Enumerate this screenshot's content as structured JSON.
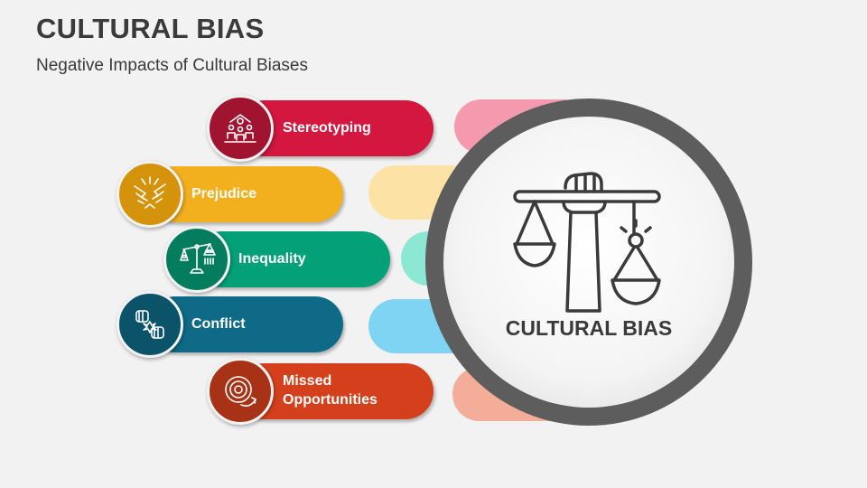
{
  "header": {
    "title": "CULTURAL BIAS",
    "subtitle": "Negative Impacts of Cultural Biases"
  },
  "impacts": [
    {
      "label": "Stereotyping",
      "color": "#d3173e",
      "badge_color": "#a0142f",
      "ghost_color": "#f59aae",
      "icon": "classroom-icon"
    },
    {
      "label": "Prejudice",
      "color": "#f2b01e",
      "badge_color": "#d4930a",
      "ghost_color": "#fde2a6",
      "icon": "pointing-hands-icon"
    },
    {
      "label": "Inequality",
      "color": "#04a078",
      "badge_color": "#037d5e",
      "ghost_color": "#8ce8d2",
      "icon": "unbalanced-scale-icon"
    },
    {
      "label": "Conflict",
      "color": "#0e6a86",
      "badge_color": "#0b5369",
      "ghost_color": "#7fd4f3",
      "icon": "fist-clash-icon"
    },
    {
      "label": "Missed\nOpportunities",
      "color": "#d4401c",
      "badge_color": "#a83215",
      "ghost_color": "#f4ad98",
      "icon": "target-miss-icon"
    }
  ],
  "center": {
    "label": "CULTURAL BIAS",
    "icon": "hand-holding-scales-icon",
    "ring_color": "#5d5d5d"
  }
}
